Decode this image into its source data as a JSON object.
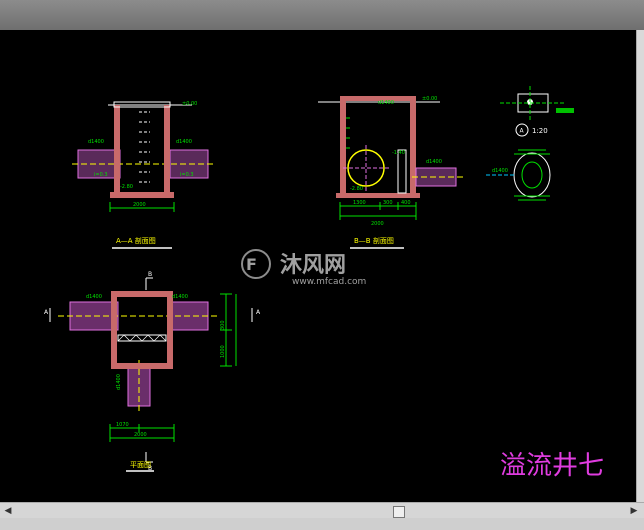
{
  "drawing": {
    "title": "溢流井七",
    "watermark_brand": "沐风网",
    "watermark_url": "www.mfcad.com",
    "views": {
      "section_aa": "A—A 剖面图",
      "section_bb": "B—B 剖面图",
      "plan": "平面图"
    },
    "section_marks": {
      "a": "A",
      "b": "B"
    },
    "scale_note": "1:20",
    "detail_marker": "A",
    "dims": {
      "aa_width": "2000",
      "bb_width": "2000",
      "bb_part1": "1300",
      "bb_part2": "300",
      "bb_part3": "400",
      "plan_width": "2000",
      "plan_part1": "1070",
      "plan_right_1": "300",
      "plan_right_2": "1000"
    },
    "pipe_labels": {
      "aa_left": "d1400",
      "aa_right": "d1400",
      "aa_left_inner": "i=0.3",
      "aa_right_inner": "i=0.3",
      "bb_top": "d1400",
      "bb_out": "d1400",
      "bb_detail": "d1400",
      "plan_left": "d1400",
      "plan_right": "d1400",
      "plan_down": "d1400"
    },
    "elevations": {
      "aa_top": "±0.00",
      "aa_bottom": "-2.80",
      "bb_top": "±0.00",
      "bb_mid": "-1.40",
      "bb_bottom": "-2.80"
    }
  },
  "colors": {
    "canvas": "#000000",
    "wall": "#c86a6a",
    "pipe": "#e070e0",
    "pipe_fill": "#8a3a8a",
    "dimension": "#00e000",
    "yellow": "#ffff00",
    "white": "#ffffff",
    "cyan": "#00c8ff",
    "title": "#e03ce0",
    "watermark": "#c8c8c8"
  },
  "window": {
    "scroll_left_arrow": "◀",
    "scroll_right_arrow": "▶"
  }
}
